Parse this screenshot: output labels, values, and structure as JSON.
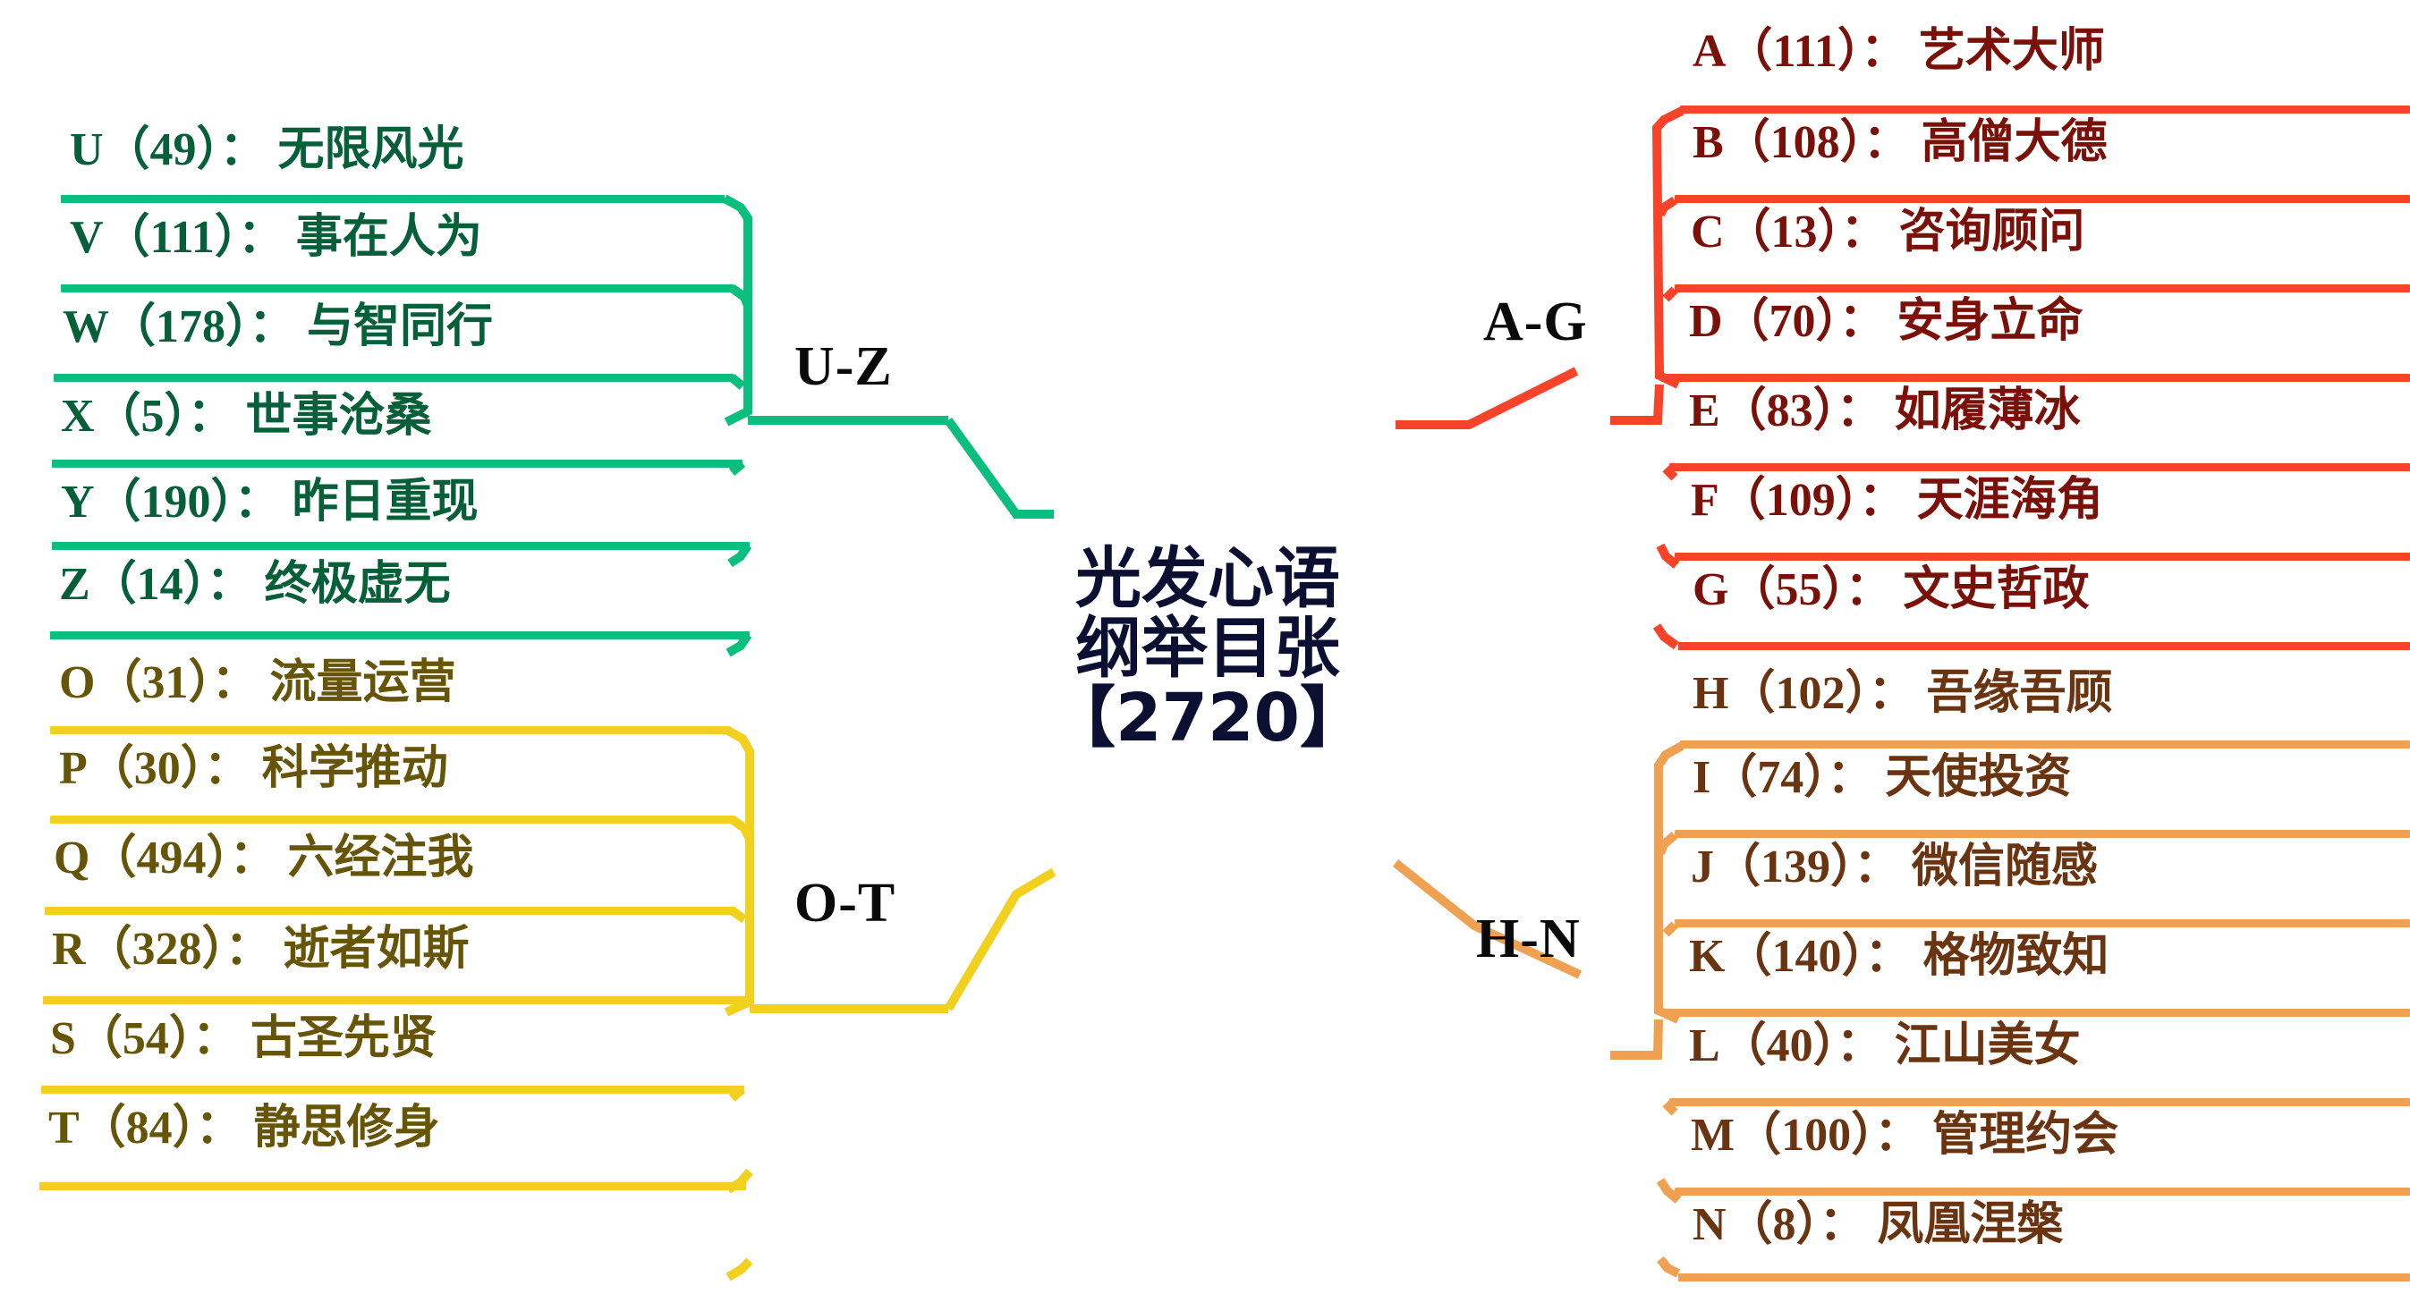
{
  "center": {
    "line1": "光发心语",
    "line2": "纲举目张",
    "line3": "【2720】",
    "color": "#0b1033"
  },
  "branches": [
    {
      "id": "a-g",
      "label": "A-G",
      "side": "right",
      "line_color": "#F8432B",
      "text_color": "#7A1008",
      "items": [
        {
          "key": "A",
          "count": "111",
          "title": "艺术大师",
          "text": "A（111）： 艺术大师"
        },
        {
          "key": "B",
          "count": "108",
          "title": "高僧大德",
          "text": "B（108）： 高僧大德"
        },
        {
          "key": "C",
          "count": "13",
          "title": "咨询顾问",
          "text": "C（13）： 咨询顾问"
        },
        {
          "key": "D",
          "count": "70",
          "title": "安身立命",
          "text": "D（70）： 安身立命"
        },
        {
          "key": "E",
          "count": "83",
          "title": "如履薄冰",
          "text": "E（83）： 如履薄冰"
        },
        {
          "key": "F",
          "count": "109",
          "title": "天涯海角",
          "text": "F（109）： 天涯海角"
        },
        {
          "key": "G",
          "count": "55",
          "title": "文史哲政",
          "text": "G（55）： 文史哲政"
        }
      ]
    },
    {
      "id": "h-n",
      "label": "H-N",
      "side": "right",
      "line_color": "#F0A051",
      "text_color": "#6B3410",
      "items": [
        {
          "key": "H",
          "count": "102",
          "title": "吾缘吾顾",
          "text": "H（102）： 吾缘吾顾"
        },
        {
          "key": "I",
          "count": "74",
          "title": "天使投资",
          "text": "I（74）： 天使投资"
        },
        {
          "key": "J",
          "count": "139",
          "title": "微信随感",
          "text": "J（139）： 微信随感"
        },
        {
          "key": "K",
          "count": "140",
          "title": "格物致知",
          "text": "K（140）： 格物致知"
        },
        {
          "key": "L",
          "count": "40",
          "title": "江山美女",
          "text": "L（40）： 江山美女"
        },
        {
          "key": "M",
          "count": "100",
          "title": "管理约会",
          "text": "M（100）： 管理约会"
        },
        {
          "key": "N",
          "count": "8",
          "title": "凤凰涅槃",
          "text": "N（8）： 凤凰涅槃"
        }
      ]
    },
    {
      "id": "u-z",
      "label": "U-Z",
      "side": "left",
      "line_color": "#0ABF7E",
      "text_color": "#05603A",
      "items": [
        {
          "key": "U",
          "count": "49",
          "title": "无限风光",
          "text": "U（49）： 无限风光"
        },
        {
          "key": "V",
          "count": "111",
          "title": "事在人为",
          "text": "V（111）： 事在人为"
        },
        {
          "key": "W",
          "count": "178",
          "title": "与智同行",
          "text": "W（178）： 与智同行"
        },
        {
          "key": "X",
          "count": "5",
          "title": "世事沧桑",
          "text": "X（5）： 世事沧桑"
        },
        {
          "key": "Y",
          "count": "190",
          "title": "昨日重现",
          "text": "Y（190）： 昨日重现"
        },
        {
          "key": "Z",
          "count": "14",
          "title": "终极虚无",
          "text": "Z（14）： 终极虚无"
        }
      ]
    },
    {
      "id": "o-t",
      "label": "O-T",
      "side": "left",
      "line_color": "#F2D01E",
      "text_color": "#665407",
      "items": [
        {
          "key": "O",
          "count": "31",
          "title": "流量运营",
          "text": "O（31）： 流量运营"
        },
        {
          "key": "P",
          "count": "30",
          "title": "科学推动",
          "text": "P（30）： 科学推动"
        },
        {
          "key": "Q",
          "count": "494",
          "title": "六经注我",
          "text": "Q（494）： 六经注我"
        },
        {
          "key": "R",
          "count": "328",
          "title": "逝者如斯",
          "text": "R（328）： 逝者如斯"
        },
        {
          "key": "S",
          "count": "54",
          "title": "古圣先贤",
          "text": "S（54）： 古圣先贤"
        },
        {
          "key": "T",
          "count": "84",
          "title": "静思修身",
          "text": "T（84）： 静思修身"
        }
      ]
    }
  ]
}
